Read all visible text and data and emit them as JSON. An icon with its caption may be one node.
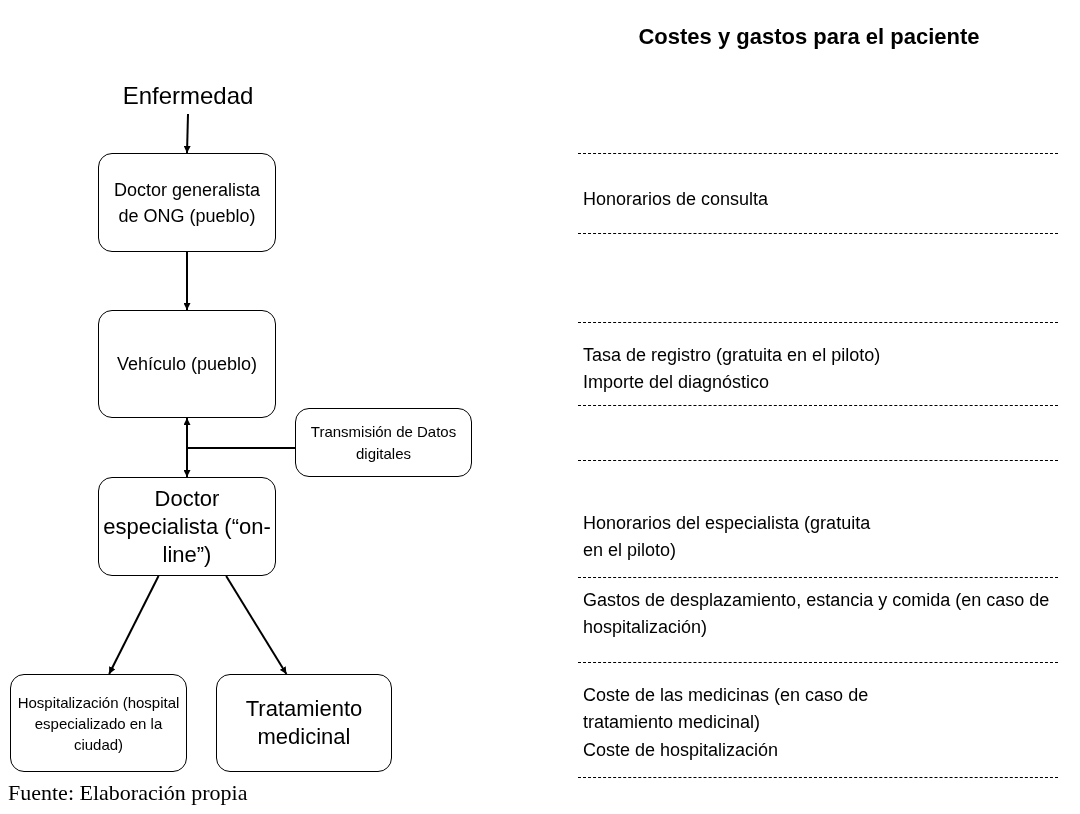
{
  "diagram": {
    "title": "Costes y gastos para el paciente",
    "caption": "Fuente: Elaboración propia",
    "nodes": [
      {
        "text": [
          "Enfermedad"
        ]
      },
      {
        "text": [
          "Doctor generalista de ONG (pueblo)"
        ]
      },
      {
        "text": [
          "Vehículo (pueblo)"
        ]
      },
      {
        "text": [
          "Transmisión de Datos digitales"
        ]
      },
      {
        "text": [
          "Doctor especialista (“on-line”)"
        ]
      },
      {
        "text": [
          "Hospitalización (hospital especializado en la ciudad)"
        ]
      },
      {
        "text": [
          "Tratamiento medicinal"
        ]
      }
    ],
    "edges": [
      {
        "from": 0,
        "to": 1,
        "arrow": "to"
      },
      {
        "from": 1,
        "to": 2,
        "arrow": "to"
      },
      {
        "from": 2,
        "to": 4,
        "arrow": "both"
      },
      {
        "from": 3,
        "to": null,
        "arrow": "none"
      },
      {
        "from": 4,
        "to": 5,
        "arrow": "to"
      },
      {
        "from": 4,
        "to": 6,
        "arrow": "to"
      }
    ],
    "labels": [
      "Honorarios de consulta",
      "Tasa de registro (gratuita en el piloto)",
      "Importe del diagnóstico",
      "Honorarios del especialista (gratuita en el piloto)",
      "Gastos de desplazamiento, estancia y comida (en caso de hospitalización)",
      "Coste de las medicinas (en caso de tratamiento medicinal)",
      "Coste de hospitalización"
    ]
  }
}
